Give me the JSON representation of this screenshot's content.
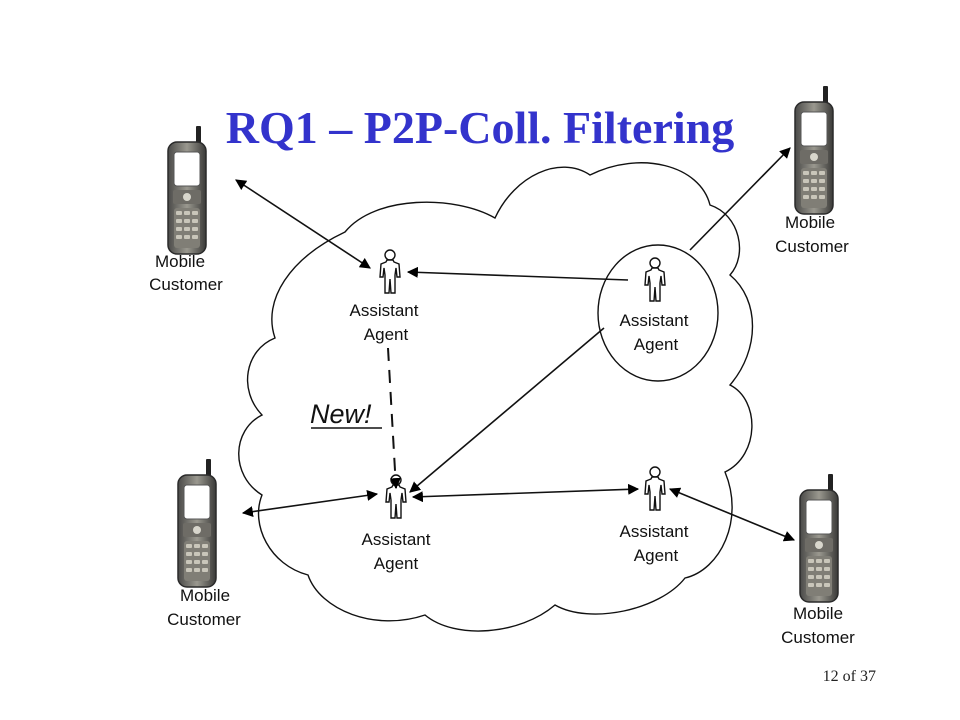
{
  "slide": {
    "title": "RQ1 – P2P-Coll. Filtering",
    "page_indicator": "12 of 37"
  },
  "diagram": {
    "new_label": "New!",
    "agents": [
      {
        "id": "agent-top-left",
        "line1": "Assistant",
        "line2": "Agent"
      },
      {
        "id": "agent-top-right",
        "line1": "Assistant",
        "line2": "Agent"
      },
      {
        "id": "agent-bottom-left",
        "line1": "Assistant",
        "line2": "Agent"
      },
      {
        "id": "agent-bottom-right",
        "line1": "Assistant",
        "line2": "Agent"
      }
    ],
    "customers": [
      {
        "id": "customer-top-left",
        "line1": "Mobile",
        "line2": "Customer"
      },
      {
        "id": "customer-top-right",
        "line1": "Mobile",
        "line2": "Customer"
      },
      {
        "id": "customer-bottom-left",
        "line1": "Mobile",
        "line2": "Customer"
      },
      {
        "id": "customer-bottom-right",
        "line1": "Mobile",
        "line2": "Customer"
      }
    ]
  }
}
